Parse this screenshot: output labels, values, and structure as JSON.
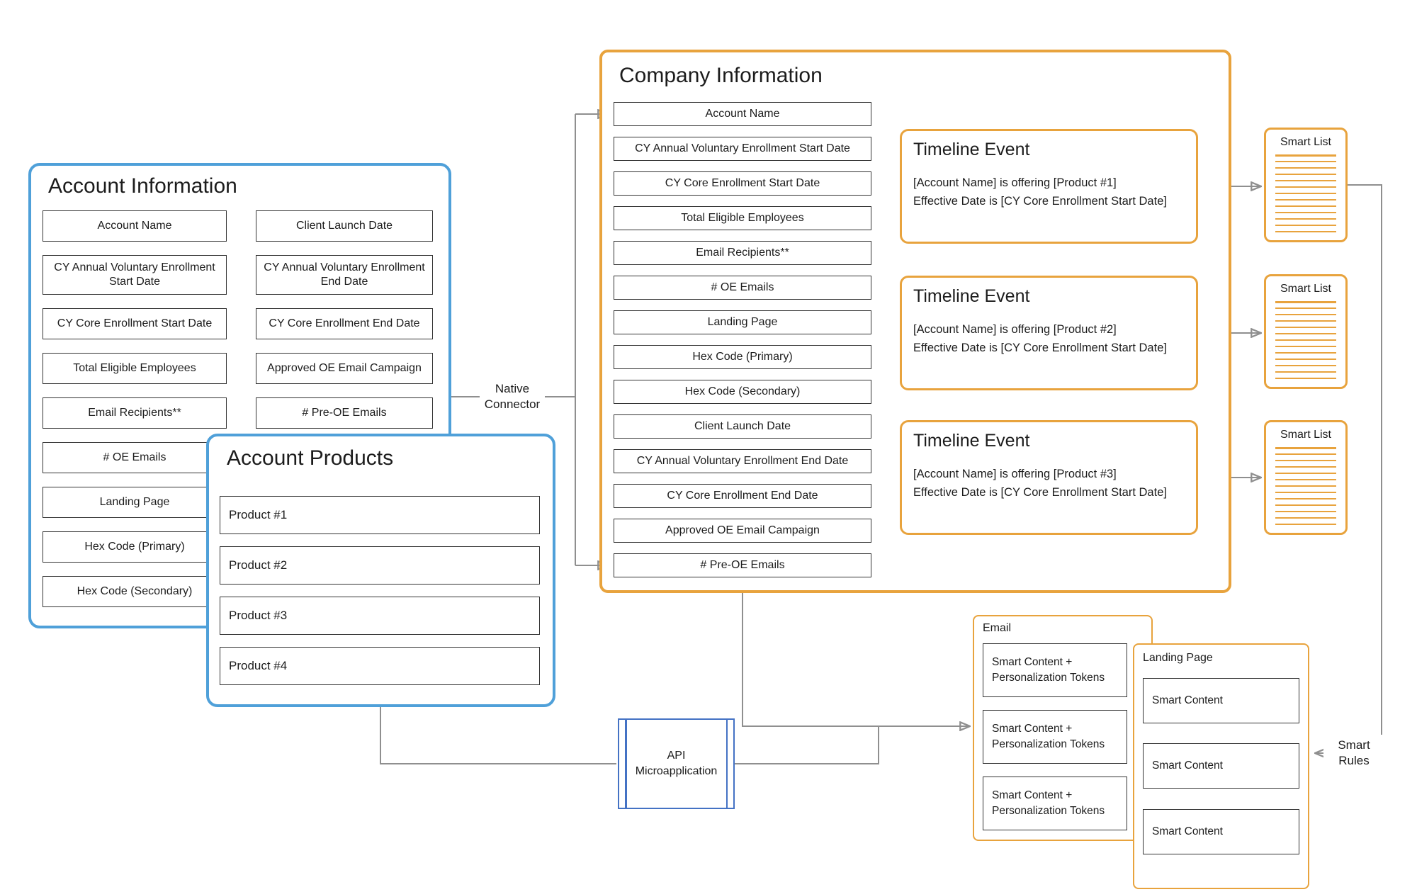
{
  "colors": {
    "blue_border": "#4fa0d9",
    "orange_border": "#e8a33d",
    "api_blue": "#4472c4",
    "line_gray": "#8f8f8f"
  },
  "account_information": {
    "title": "Account Information",
    "fields_left": [
      "Account Name",
      "CY Annual Voluntary Enrollment Start Date",
      "CY Core Enrollment Start Date",
      "Total Eligible Employees",
      "Email Recipients**",
      "# OE Emails",
      "Landing Page",
      "Hex Code (Primary)",
      "Hex Code (Secondary)"
    ],
    "fields_right": [
      "Client Launch Date",
      "CY Annual Voluntary Enrollment End Date",
      "CY Core Enrollment End Date",
      "Approved OE Email Campaign",
      "# Pre-OE Emails"
    ]
  },
  "account_products": {
    "title": "Account Products",
    "items": [
      "Product #1",
      "Product #2",
      "Product #3",
      "Product #4"
    ]
  },
  "company_information": {
    "title": "Company Information",
    "fields": [
      "Account Name",
      "CY Annual Voluntary Enrollment Start Date",
      "CY Core Enrollment Start Date",
      "Total Eligible Employees",
      "Email Recipients**",
      "# OE Emails",
      "Landing Page",
      "Hex Code (Primary)",
      "Hex Code (Secondary)",
      "Client Launch Date",
      "CY Annual Voluntary Enrollment End Date",
      "CY Core Enrollment End Date",
      "Approved OE Email Campaign",
      "# Pre-OE Emails"
    ]
  },
  "timeline_events": [
    {
      "title": "Timeline Event",
      "line1": "[Account Name] is offering [Product #1]",
      "line2": "Effective Date is [CY Core Enrollment Start Date]"
    },
    {
      "title": "Timeline Event",
      "line1": "[Account Name] is offering [Product #2]",
      "line2": "Effective Date is [CY Core Enrollment Start Date]"
    },
    {
      "title": "Timeline Event",
      "line1": "[Account Name] is offering [Product #3]",
      "line2": "Effective Date is [CY Core Enrollment Start Date]"
    }
  ],
  "smart_lists": [
    {
      "title": "Smart List"
    },
    {
      "title": "Smart List"
    },
    {
      "title": "Smart List"
    }
  ],
  "api_box": {
    "label": "API Microapplication"
  },
  "connector_labels": {
    "native_connector": "Native Connector",
    "smart_rules": "Smart Rules"
  },
  "email_panel": {
    "title": "Email",
    "items": [
      "Smart Content + Personalization Tokens",
      "Smart Content + Personalization Tokens",
      "Smart Content + Personalization Tokens"
    ]
  },
  "landing_page_panel": {
    "title": "Landing Page",
    "items": [
      "Smart Content",
      "Smart Content",
      "Smart Content"
    ]
  }
}
